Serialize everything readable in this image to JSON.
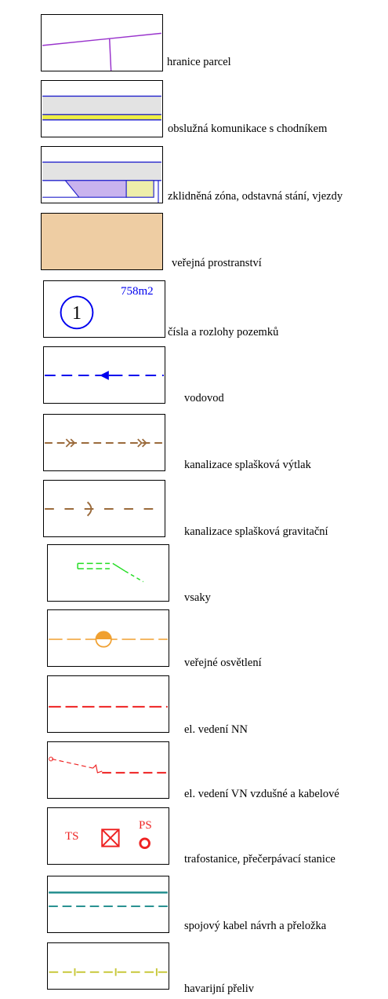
{
  "legend": {
    "items": [
      {
        "label": "hranice parcel"
      },
      {
        "label": "obslužná komunikace s chodníkem"
      },
      {
        "label": "zklidněná zóna, odstavná stání, vjezdy"
      },
      {
        "label": "veřejná prostranství"
      },
      {
        "label": "čísla a rozlohy pozemků"
      },
      {
        "label": "vodovod"
      },
      {
        "label": "kanalizace splašková výtlak"
      },
      {
        "label": "kanalizace splašková  gravitační"
      },
      {
        "label": "vsaky"
      },
      {
        "label": "veřejné osvětlení"
      },
      {
        "label": "el. vedení NN"
      },
      {
        "label": "el. vedení VN vzdušné a kabelové"
      },
      {
        "label": "trafostanice, přečerpávací stanice"
      },
      {
        "label": "spojový kabel návrh a přeložka"
      },
      {
        "label": "havarijní přeliv"
      }
    ],
    "parcel_number": "1",
    "parcel_area": "758m2",
    "ts_label": "TS",
    "ps_label": "PS"
  },
  "colors": {
    "parcel_border": "#9933cc",
    "road_blue": "#2222cc",
    "road_fill": "#e3e3e3",
    "sidewalk_yellow": "#eeee44",
    "calm_zone_purple": "#c9b3ee",
    "parking_yellow": "#eeeeaa",
    "public_space": "#eecda3",
    "water": "#0000ee",
    "sewer": "#9b6b3c",
    "infiltration": "#22dd22",
    "lighting": "#f0a030",
    "electric": "#ee2222",
    "telecom": "#1a8a8a",
    "overflow": "#c8c83a"
  }
}
